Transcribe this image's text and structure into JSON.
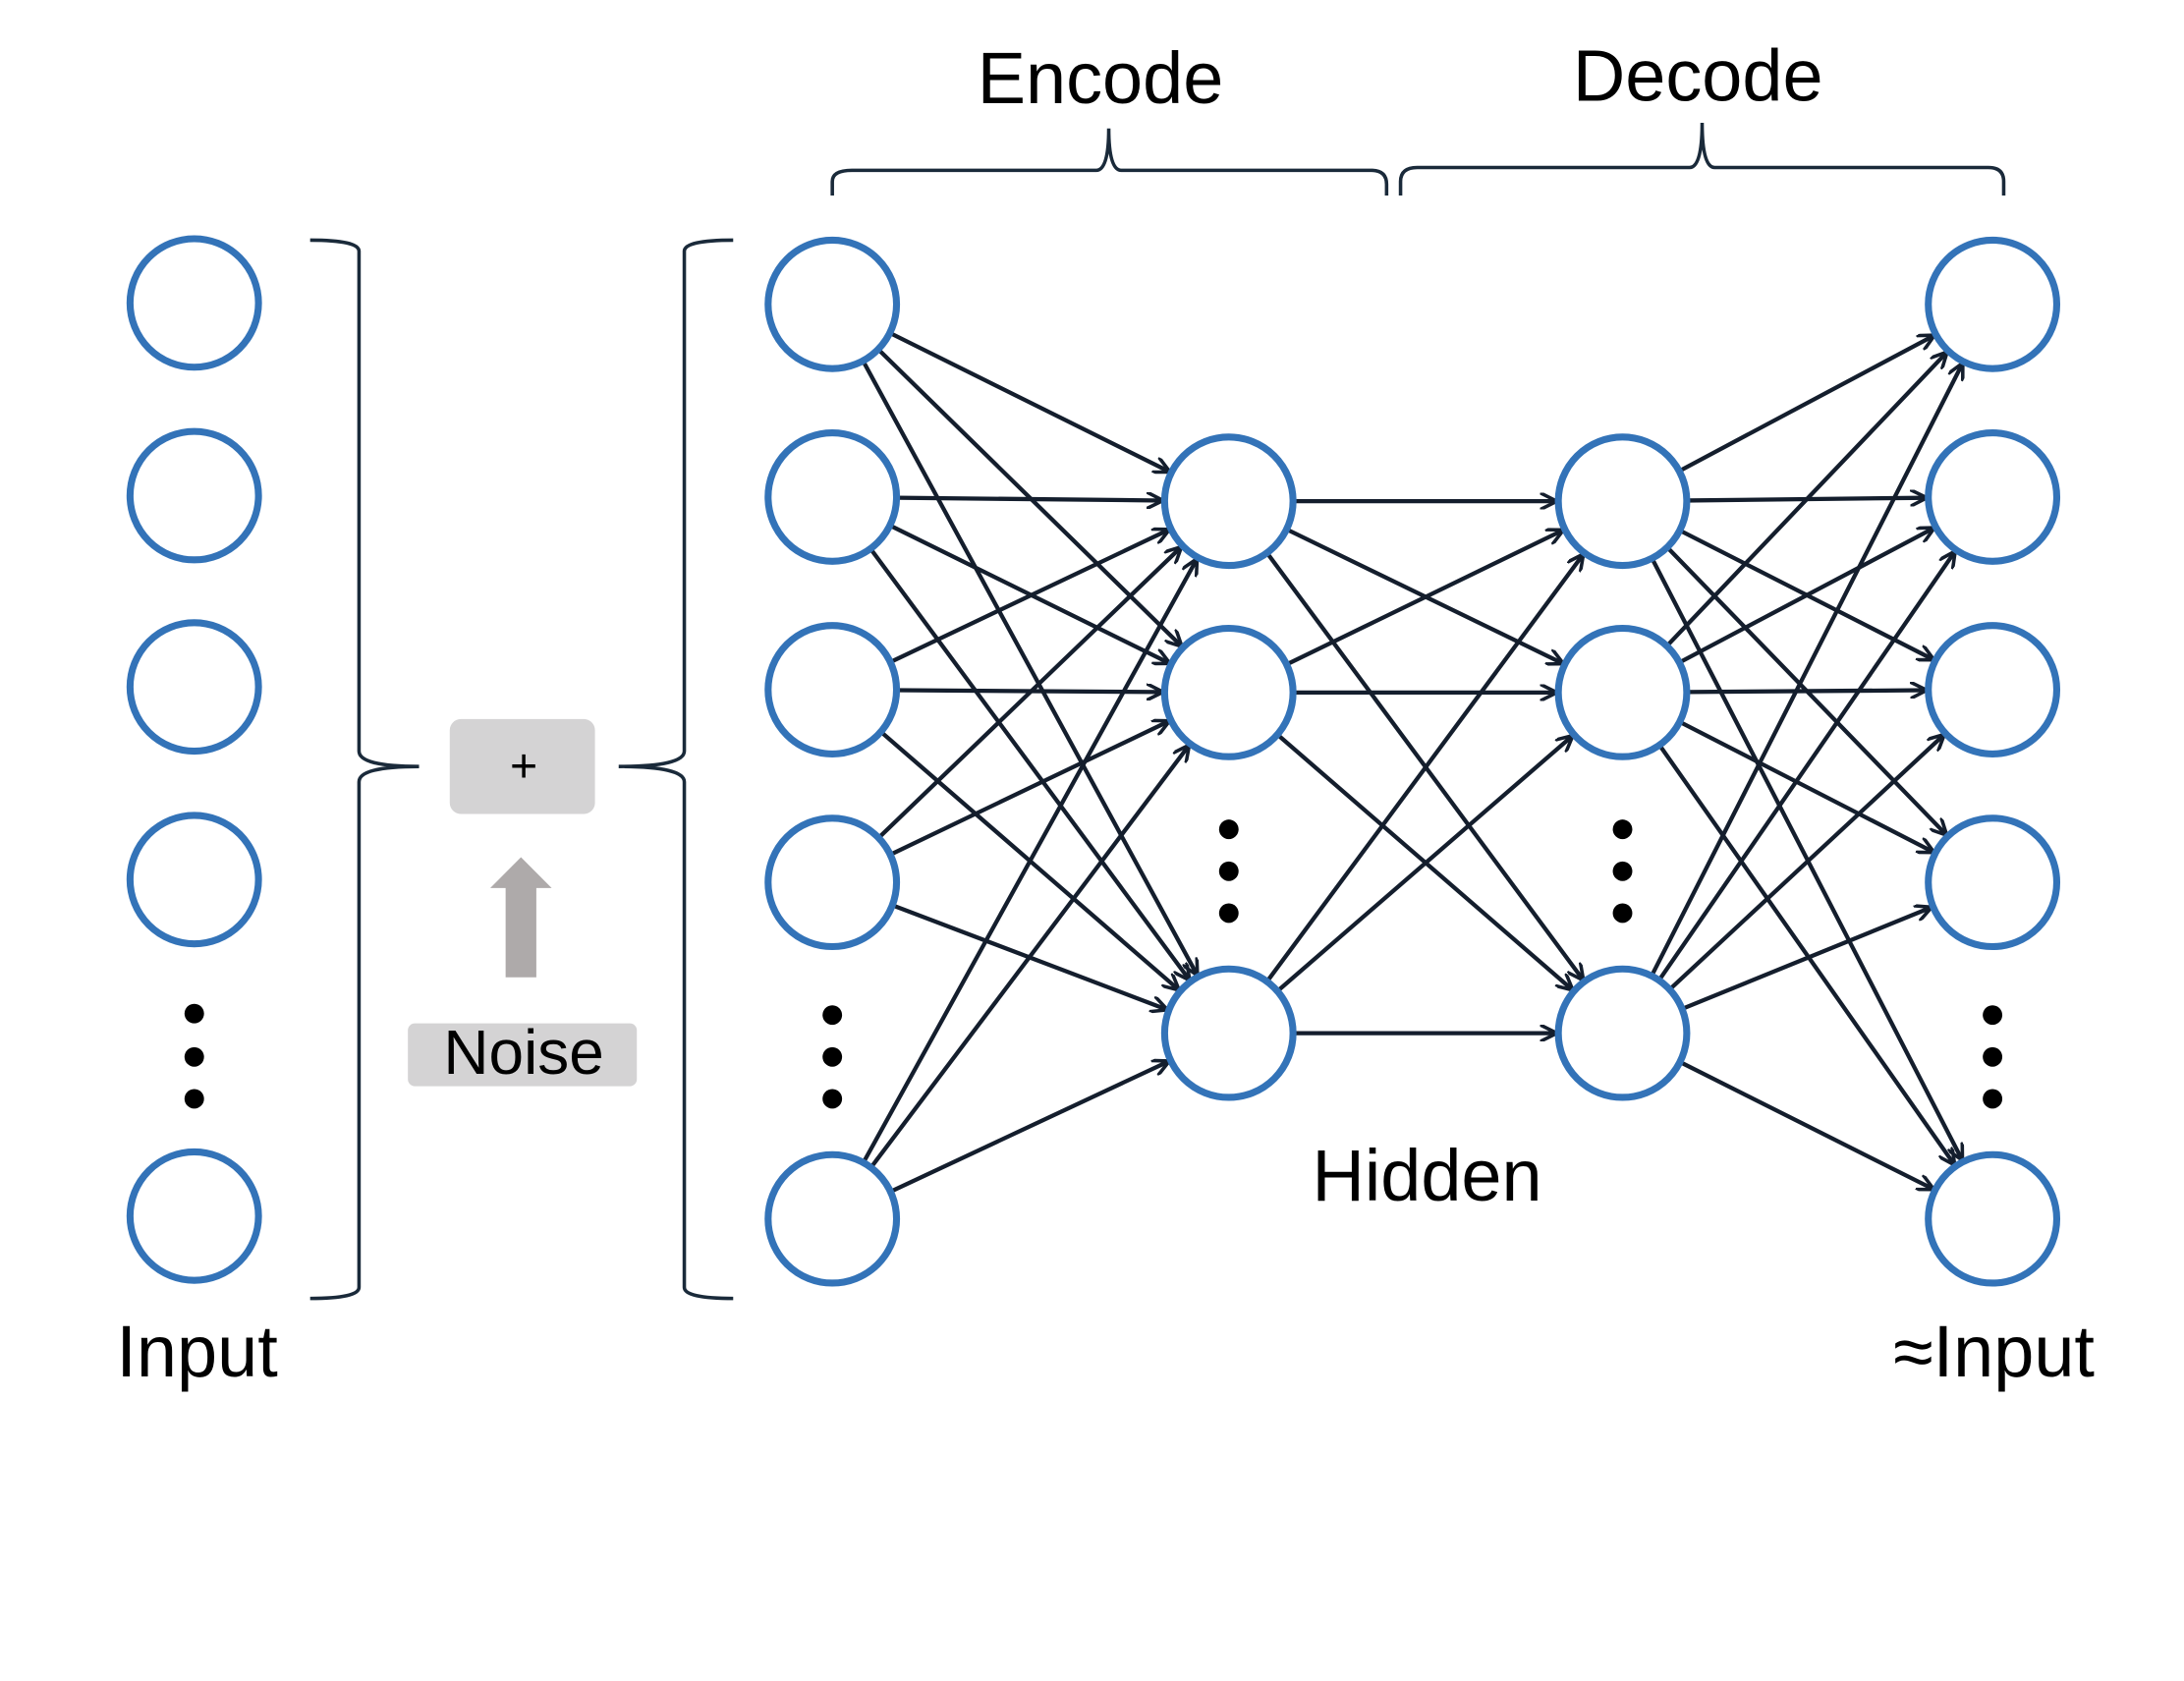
{
  "labels": {
    "input": "Input",
    "output": "≈Input",
    "encode": "Encode",
    "decode": "Decode",
    "hidden": "Hidden",
    "noise": "Noise",
    "plus": "+"
  },
  "colors": {
    "node_stroke": "#3373b8",
    "edge": "#141e2d",
    "box_fill": "#d4d3d4",
    "noise_arrow": "#aeaaaa",
    "bracket": "#1a2a3a"
  },
  "icons": {
    "noise_arrow": "up-arrow-icon"
  }
}
